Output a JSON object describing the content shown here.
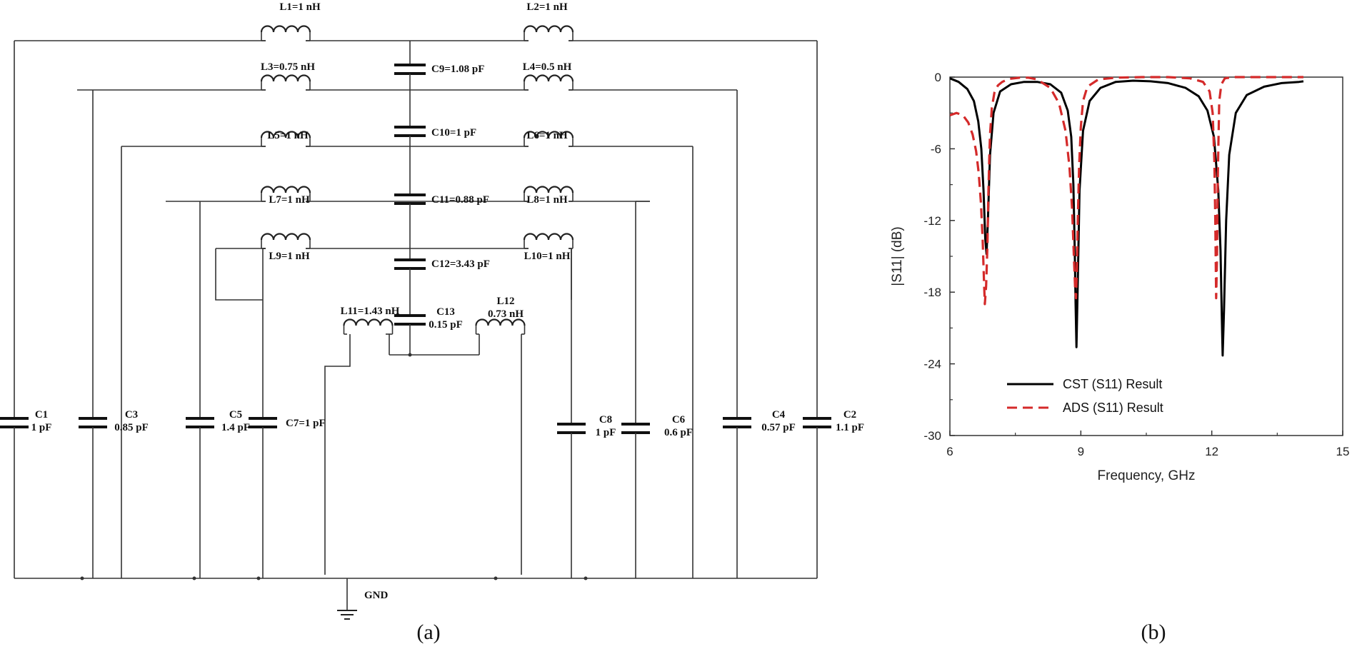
{
  "circuit": {
    "inductors": [
      {
        "id": "L1",
        "label": "L1=1 nH"
      },
      {
        "id": "L2",
        "label": "L2=1 nH"
      },
      {
        "id": "L3",
        "label": "L3=0.75 nH"
      },
      {
        "id": "L4",
        "label": "L4=0.5 nH"
      },
      {
        "id": "L5",
        "label": "L5=1 nH"
      },
      {
        "id": "L6",
        "label": "L6=1 nH"
      },
      {
        "id": "L7",
        "label": "L7=1 nH"
      },
      {
        "id": "L8",
        "label": "L8=1 nH"
      },
      {
        "id": "L9",
        "label": "L9=1 nH"
      },
      {
        "id": "L10",
        "label": "L10=1 nH"
      },
      {
        "id": "L11",
        "label": "L11=1.43 nH"
      },
      {
        "id": "L12",
        "label": [
          "L12",
          "0.73 nH"
        ]
      }
    ],
    "series_capacitors": [
      {
        "id": "C9",
        "label": "C9=1.08 pF"
      },
      {
        "id": "C10",
        "label": "C10=1 pF"
      },
      {
        "id": "C11",
        "label": "C11=0.88 pF"
      },
      {
        "id": "C12",
        "label": "C12=3.43 pF"
      },
      {
        "id": "C13",
        "label": [
          "C13",
          "0.15 pF"
        ]
      }
    ],
    "shunt_capacitors": [
      {
        "id": "C1",
        "label": [
          "C1",
          "1 pF"
        ]
      },
      {
        "id": "C3",
        "label": [
          "C3",
          "0.85 pF"
        ]
      },
      {
        "id": "C5",
        "label": [
          "C5",
          "1.4 pF"
        ]
      },
      {
        "id": "C7",
        "label": "C7=1 pF"
      },
      {
        "id": "C8",
        "label": [
          "C8",
          "1 pF"
        ]
      },
      {
        "id": "C6",
        "label": [
          "C6",
          "0.6 pF"
        ]
      },
      {
        "id": "C4",
        "label": [
          "C4",
          "0.57 pF"
        ]
      },
      {
        "id": "C2",
        "label": [
          "C2",
          "1.1 pF"
        ]
      }
    ],
    "ground_label": "GND",
    "caption": "(a)"
  },
  "chart_data": {
    "type": "line",
    "caption": "(b)",
    "xlabel": "Frequency, GHz",
    "ylabel": "|S11| (dB)",
    "xlim": [
      6,
      15
    ],
    "ylim": [
      -30,
      0
    ],
    "xticks": [
      6,
      9,
      12,
      15
    ],
    "yticks": [
      0,
      -6,
      -12,
      -18,
      -24,
      -30
    ],
    "legend_position": "bottom-left",
    "series": [
      {
        "name": "CST (S11) Result",
        "color": "#000000",
        "style": "solid",
        "x": [
          6.0,
          6.2,
          6.4,
          6.55,
          6.65,
          6.72,
          6.77,
          6.81,
          6.84,
          6.87,
          6.92,
          7.0,
          7.15,
          7.4,
          7.7,
          8.0,
          8.3,
          8.55,
          8.7,
          8.78,
          8.83,
          8.86,
          8.88,
          8.9,
          8.93,
          8.97,
          9.05,
          9.2,
          9.45,
          9.8,
          10.2,
          10.6,
          11.0,
          11.4,
          11.7,
          11.9,
          12.05,
          12.15,
          12.2,
          12.23,
          12.25,
          12.28,
          12.33,
          12.4,
          12.55,
          12.8,
          13.2,
          13.6,
          14.0,
          14.1
        ],
        "y": [
          -0.1,
          -0.4,
          -1.0,
          -2.0,
          -3.7,
          -6.0,
          -9.5,
          -13.5,
          -14.8,
          -12.0,
          -6.5,
          -3.0,
          -1.2,
          -0.6,
          -0.4,
          -0.4,
          -0.6,
          -1.3,
          -2.8,
          -5.0,
          -9.0,
          -14.5,
          -19.0,
          -22.6,
          -17.0,
          -9.5,
          -4.5,
          -2.0,
          -0.9,
          -0.4,
          -0.3,
          -0.35,
          -0.5,
          -0.9,
          -1.6,
          -2.8,
          -5.0,
          -9.5,
          -14.5,
          -20.0,
          -23.3,
          -19.5,
          -12.0,
          -6.5,
          -3.0,
          -1.5,
          -0.8,
          -0.5,
          -0.4,
          -0.35
        ]
      },
      {
        "name": "ADS (S11) Result",
        "color": "#d42a2a",
        "style": "dashed",
        "x": [
          6.0,
          6.15,
          6.3,
          6.42,
          6.52,
          6.6,
          6.66,
          6.71,
          6.75,
          6.78,
          6.8,
          6.83,
          6.86,
          6.88,
          6.9,
          6.92,
          6.96,
          7.02,
          7.1,
          7.2,
          7.35,
          7.6,
          7.8,
          8.0,
          8.3,
          8.5,
          8.65,
          8.74,
          8.8,
          8.84,
          8.87,
          8.89,
          8.91,
          8.93,
          8.96,
          9.0,
          9.05,
          9.15,
          9.4,
          9.8,
          10.4,
          11.0,
          11.5,
          11.8,
          11.95,
          12.02,
          12.06,
          12.08,
          12.1,
          12.12,
          12.14,
          12.17,
          12.22,
          12.3,
          12.5,
          13.0,
          13.5,
          14.0,
          14.1
        ],
        "y": [
          -3.2,
          -3.0,
          -3.2,
          -3.8,
          -4.8,
          -6.2,
          -8.0,
          -10.5,
          -13.5,
          -17.0,
          -19.0,
          -17.5,
          -14.0,
          -10.0,
          -7.0,
          -4.8,
          -2.6,
          -1.3,
          -0.7,
          -0.4,
          -0.15,
          -0.05,
          -0.05,
          -0.2,
          -0.9,
          -2.2,
          -4.5,
          -7.5,
          -11.0,
          -15.0,
          -17.8,
          -18.5,
          -16.0,
          -12.0,
          -7.5,
          -4.2,
          -2.0,
          -0.8,
          -0.2,
          -0.05,
          0,
          0,
          -0.1,
          -0.4,
          -1.2,
          -3.0,
          -7.0,
          -12.0,
          -18.5,
          -15.0,
          -8.0,
          -2.0,
          -0.6,
          -0.1,
          0,
          0,
          0,
          0,
          0
        ]
      }
    ]
  }
}
